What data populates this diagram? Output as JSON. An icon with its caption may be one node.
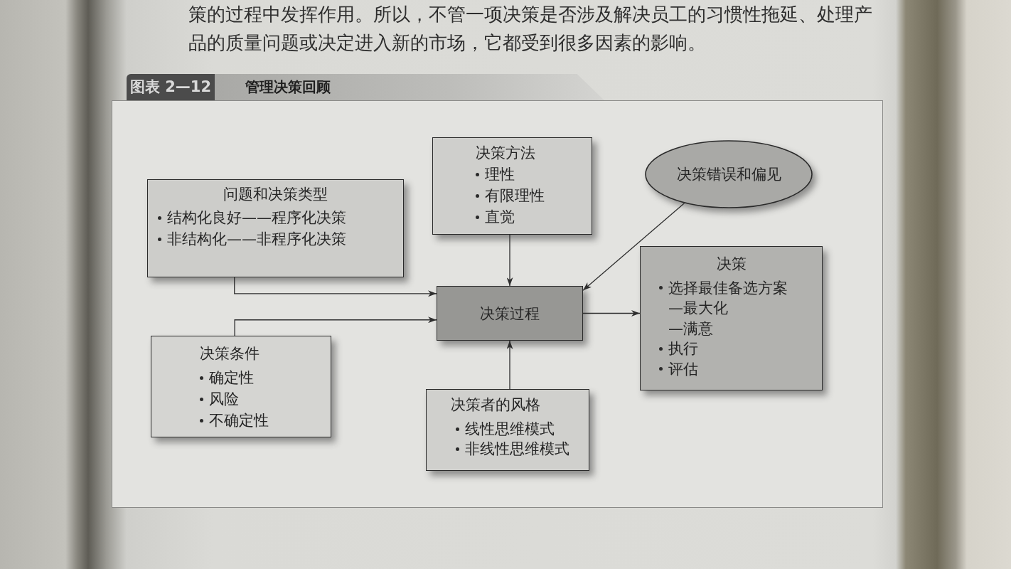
{
  "diagram": {
    "title": "管理决策回顾",
    "nodes": [
      {
        "text": [
          "决策方法",
          "理性",
          "有限理性",
          "直觉"
        ]
      },
      {
        "text": [
          "决策错误和偏见"
        ]
      },
      {
        "text": [
          "问题和决策类型",
          "结构化良好——程序化决策",
          "非结构化——非程序化决策"
        ]
      },
      {
        "text": [
          "决策过程"
        ]
      },
      {
        "text": [
          "决策",
          "选择最佳备选方案",
          "—最大化",
          "—满意",
          "执行",
          "评估"
        ]
      },
      {
        "text": [
          "决策条件",
          "确定性",
          "风险",
          "不确定性"
        ]
      },
      {
        "text": [
          "决策者的风格",
          "线性思维模式",
          "非线性思维模式"
        ]
      }
    ],
    "edges": [
      {
        "from": 2,
        "to": 3,
        "arrow": "to"
      },
      {
        "from": 0,
        "to": 3,
        "arrow": "to"
      },
      {
        "from": 1,
        "to": 3,
        "arrow": "to"
      },
      {
        "from": 5,
        "to": 3,
        "arrow": "to"
      },
      {
        "from": 6,
        "to": 3,
        "arrow": "to"
      },
      {
        "from": 3,
        "to": 4,
        "arrow": "to"
      }
    ],
    "labels": [
      "策的过程中发挥作用。所以，不管一项决策是否涉及解决员工的习惯性拖延、处理产品的质量问题或决定进入新的市场，它都受到很多因素的影响。",
      "图表 2—12"
    ]
  }
}
